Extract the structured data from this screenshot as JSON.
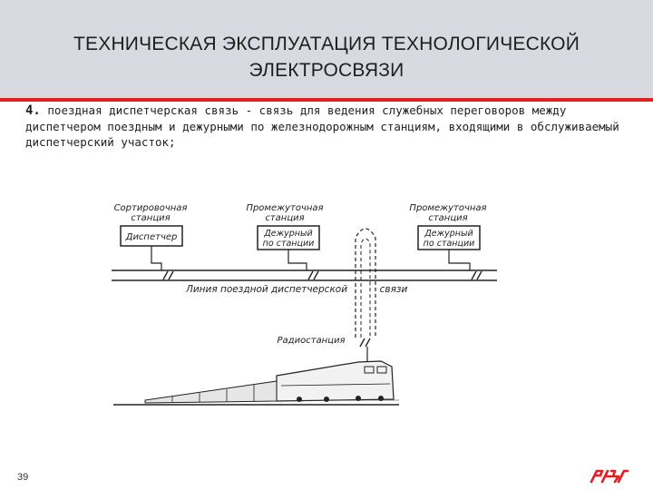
{
  "header": {
    "title_line1": "ТЕХНИЧЕСКАЯ ЭКСПЛУАТАЦИЯ ТЕХНОЛОГИЧЕСКОЙ",
    "title_line2": "ЭЛЕКТРОСВЯЗИ"
  },
  "content": {
    "item_number": "4.",
    "text": "поездная диспетчерская связь - связь для ведения служебных переговоров между диспетчером поездным и дежурными по железнодорожным станциям, входящими в обслуживаемый диспетчерский участок;"
  },
  "diagram": {
    "stations": [
      {
        "top": "Сортировочная",
        "bottom": "станция",
        "box": [
          "Диспетчер"
        ]
      },
      {
        "top": "Промежуточная",
        "bottom": "станция",
        "box": [
          "Дежурный",
          "по станции"
        ]
      },
      {
        "top": "Промежуточная",
        "bottom": "станция",
        "box": [
          "Дежурный",
          "по станции"
        ]
      }
    ],
    "line_label_part1": "Линия поездной диспетчерской",
    "line_label_part2": "связи",
    "radio_label": "Радиостанция"
  },
  "footer": {
    "page_number": "39",
    "logo_text": "РЖД",
    "accent_color": "#e31e24"
  }
}
